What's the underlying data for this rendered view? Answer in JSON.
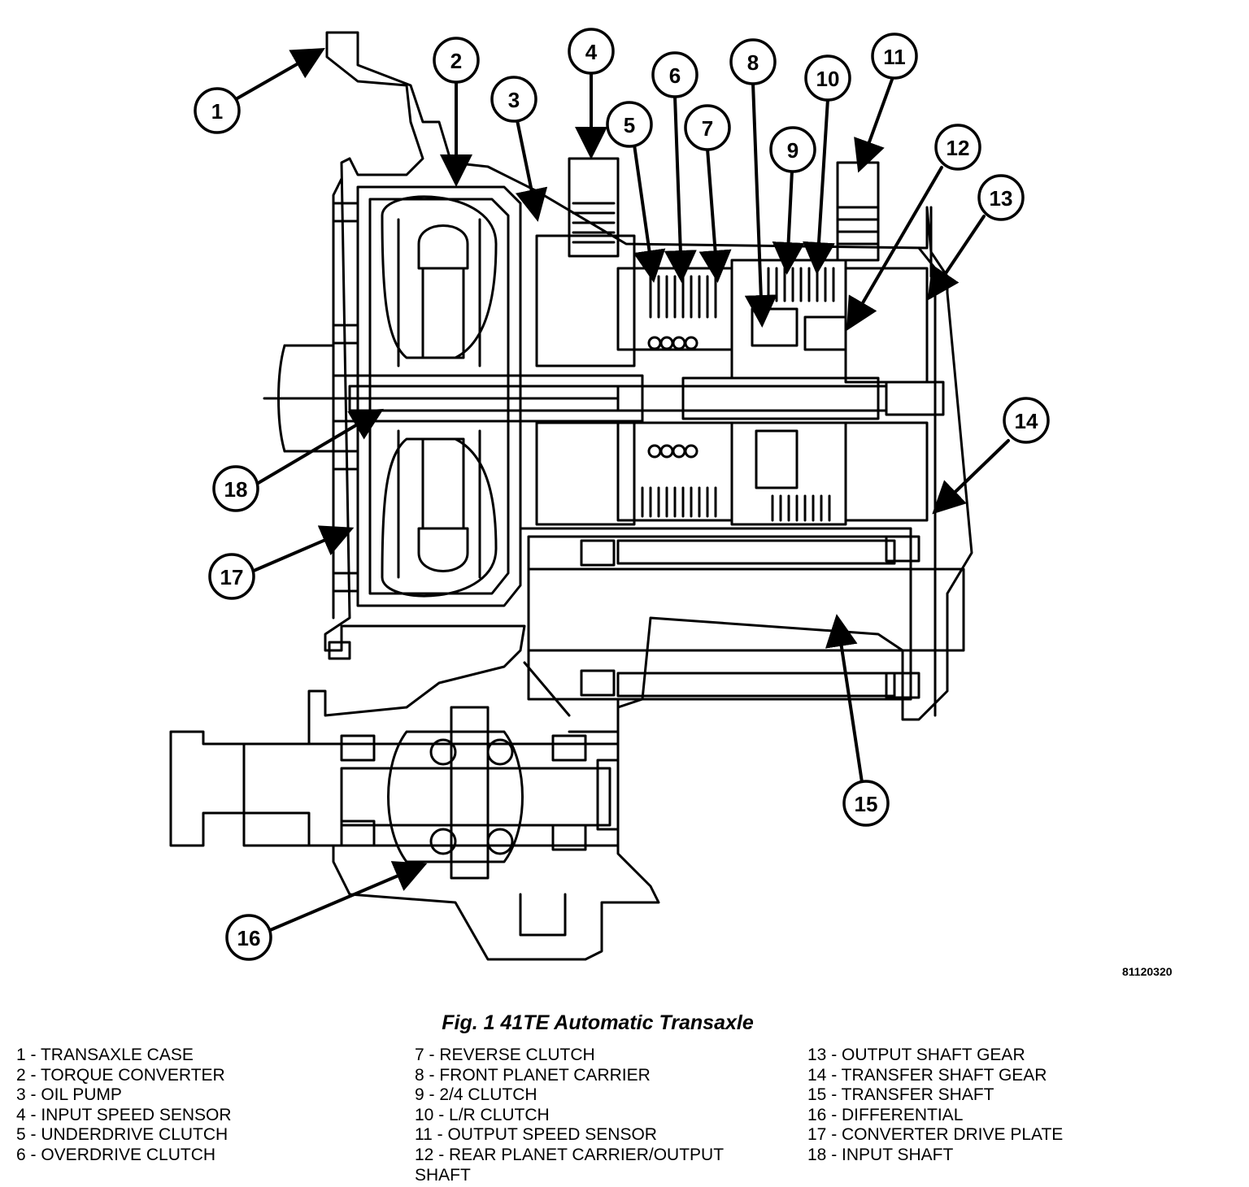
{
  "figure": {
    "id": "81120320",
    "caption": "Fig. 1 41TE Automatic Transaxle"
  },
  "callouts": [
    {
      "num": "1",
      "label": "TRANSAXLE CASE"
    },
    {
      "num": "2",
      "label": "TORQUE CONVERTER"
    },
    {
      "num": "3",
      "label": "OIL PUMP"
    },
    {
      "num": "4",
      "label": "INPUT SPEED SENSOR"
    },
    {
      "num": "5",
      "label": "UNDERDRIVE CLUTCH"
    },
    {
      "num": "6",
      "label": "OVERDRIVE CLUTCH"
    },
    {
      "num": "7",
      "label": "REVERSE CLUTCH"
    },
    {
      "num": "8",
      "label": "FRONT PLANET CARRIER"
    },
    {
      "num": "9",
      "label": "2/4 CLUTCH"
    },
    {
      "num": "10",
      "label": "L/R CLUTCH"
    },
    {
      "num": "11",
      "label": "OUTPUT SPEED SENSOR"
    },
    {
      "num": "12",
      "label": "REAR PLANET CARRIER/OUTPUT SHAFT"
    },
    {
      "num": "13",
      "label": "OUTPUT SHAFT GEAR"
    },
    {
      "num": "14",
      "label": "TRANSFER SHAFT GEAR"
    },
    {
      "num": "15",
      "label": "TRANSFER SHAFT"
    },
    {
      "num": "16",
      "label": "DIFFERENTIAL"
    },
    {
      "num": "17",
      "label": "CONVERTER DRIVE PLATE"
    },
    {
      "num": "18",
      "label": "INPUT SHAFT"
    }
  ],
  "legend": {
    "col1": [
      "1 - TRANSAXLE CASE",
      "2 - TORQUE CONVERTER",
      "3 - OIL PUMP",
      "4 - INPUT SPEED SENSOR",
      "5 - UNDERDRIVE CLUTCH",
      "6 - OVERDRIVE CLUTCH"
    ],
    "col2": [
      "7 - REVERSE CLUTCH",
      "8 - FRONT PLANET CARRIER",
      "9 - 2/4 CLUTCH",
      "10 - L/R CLUTCH",
      "11 - OUTPUT SPEED SENSOR",
      "12 - REAR PLANET CARRIER/OUTPUT SHAFT"
    ],
    "col3": [
      "13 - OUTPUT SHAFT GEAR",
      "14 - TRANSFER SHAFT GEAR",
      "15 - TRANSFER SHAFT",
      "16 - DIFFERENTIAL",
      "17 - CONVERTER DRIVE PLATE",
      "18 - INPUT SHAFT"
    ]
  },
  "colors": {
    "line": "#000000",
    "background": "#ffffff"
  }
}
